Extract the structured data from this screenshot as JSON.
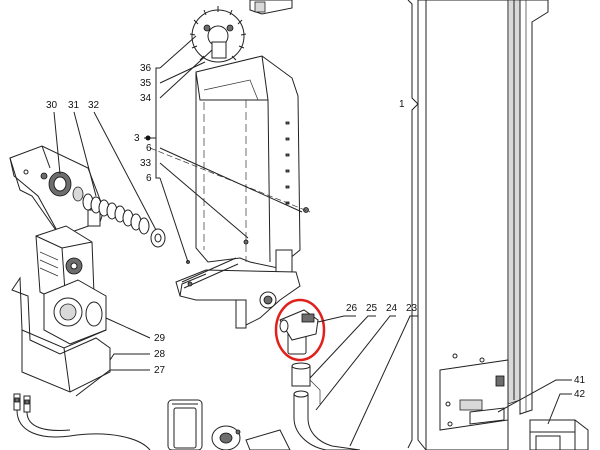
{
  "labels": {
    "l36": "36",
    "l35": "35",
    "l34": "34",
    "l3": "3",
    "l6a": "6",
    "l33": "33",
    "l6b": "6",
    "l30": "30",
    "l31": "31",
    "l32": "32",
    "l1": "1",
    "l29": "29",
    "l28": "28",
    "l27": "27",
    "l26": "26",
    "l25": "25",
    "l24": "24",
    "l23": "23",
    "l41": "41",
    "l42": "42"
  },
  "highlight_color": "#e0201b"
}
